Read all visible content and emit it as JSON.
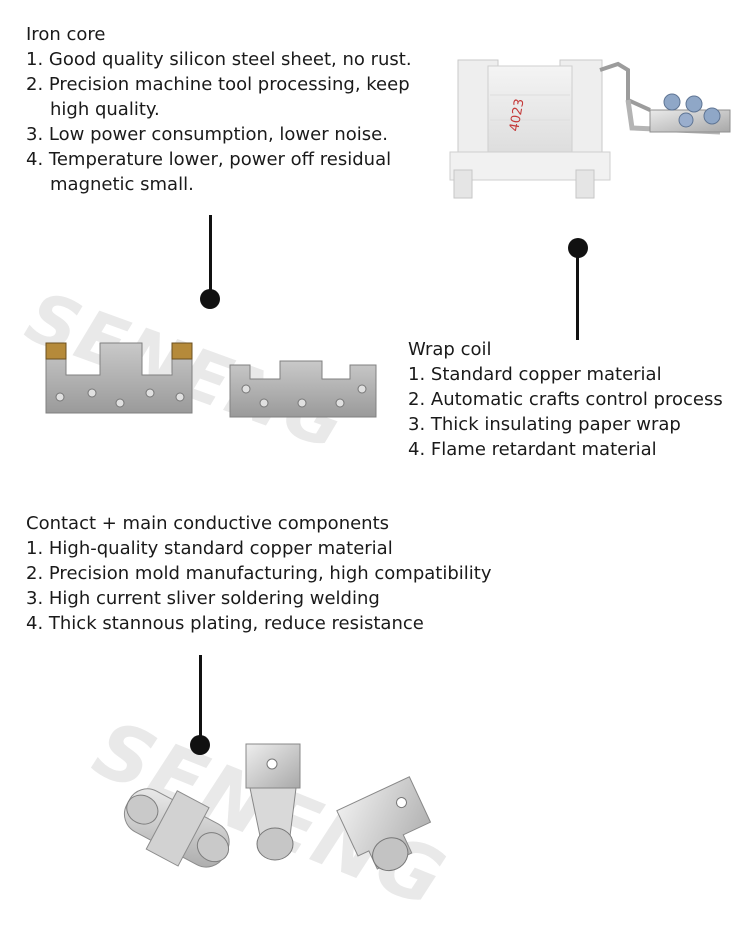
{
  "iron_core": {
    "title": "Iron core",
    "lines": [
      "1. Good quality silicon steel sheet, no rust.",
      "2. Precision machine tool processing, keep",
      "high quality.",
      "3. Low power consumption, lower noise.",
      "4. Temperature lower, power off residual",
      "magnetic small."
    ]
  },
  "wrap_coil": {
    "title": "Wrap coil",
    "lines": [
      "1. Standard copper material",
      "2. Automatic crafts control process",
      "3. Thick insulating paper wrap",
      "4. Flame retardant material"
    ]
  },
  "contact": {
    "title": "Contact + main conductive components",
    "lines": [
      "1. High-quality standard copper material",
      "2. Precision mold manufacturing, high compatibility",
      "3. High current sliver soldering welding",
      "4. Thick stannous plating, reduce resistance"
    ]
  },
  "watermark": "SENENG",
  "coil_label": "4023"
}
